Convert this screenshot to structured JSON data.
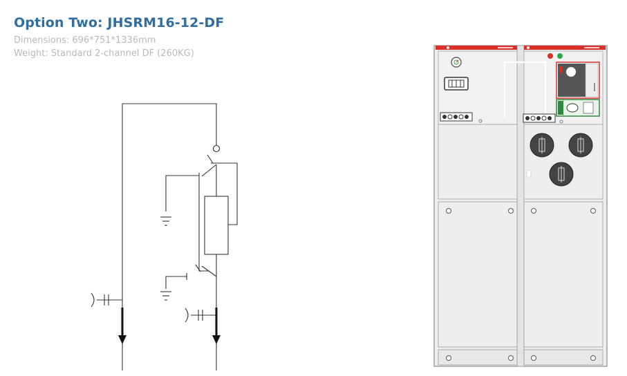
{
  "title": "Option Two: JHSRM16-12-DF",
  "dimensions": "Dimensions: 696*751*1336mm",
  "weight": "Weight: Standard 2-channel DF (260KG)",
  "colors": {
    "title": "#2f6e9f",
    "meta_text": "#b9b9b9",
    "cabinet_body": "#eeeeee",
    "cabinet_top_strip": "#d9302c",
    "indicator_red": "#d9302c",
    "indicator_green": "#2aa84a",
    "switch_panel_green": "#2e8b3e"
  }
}
